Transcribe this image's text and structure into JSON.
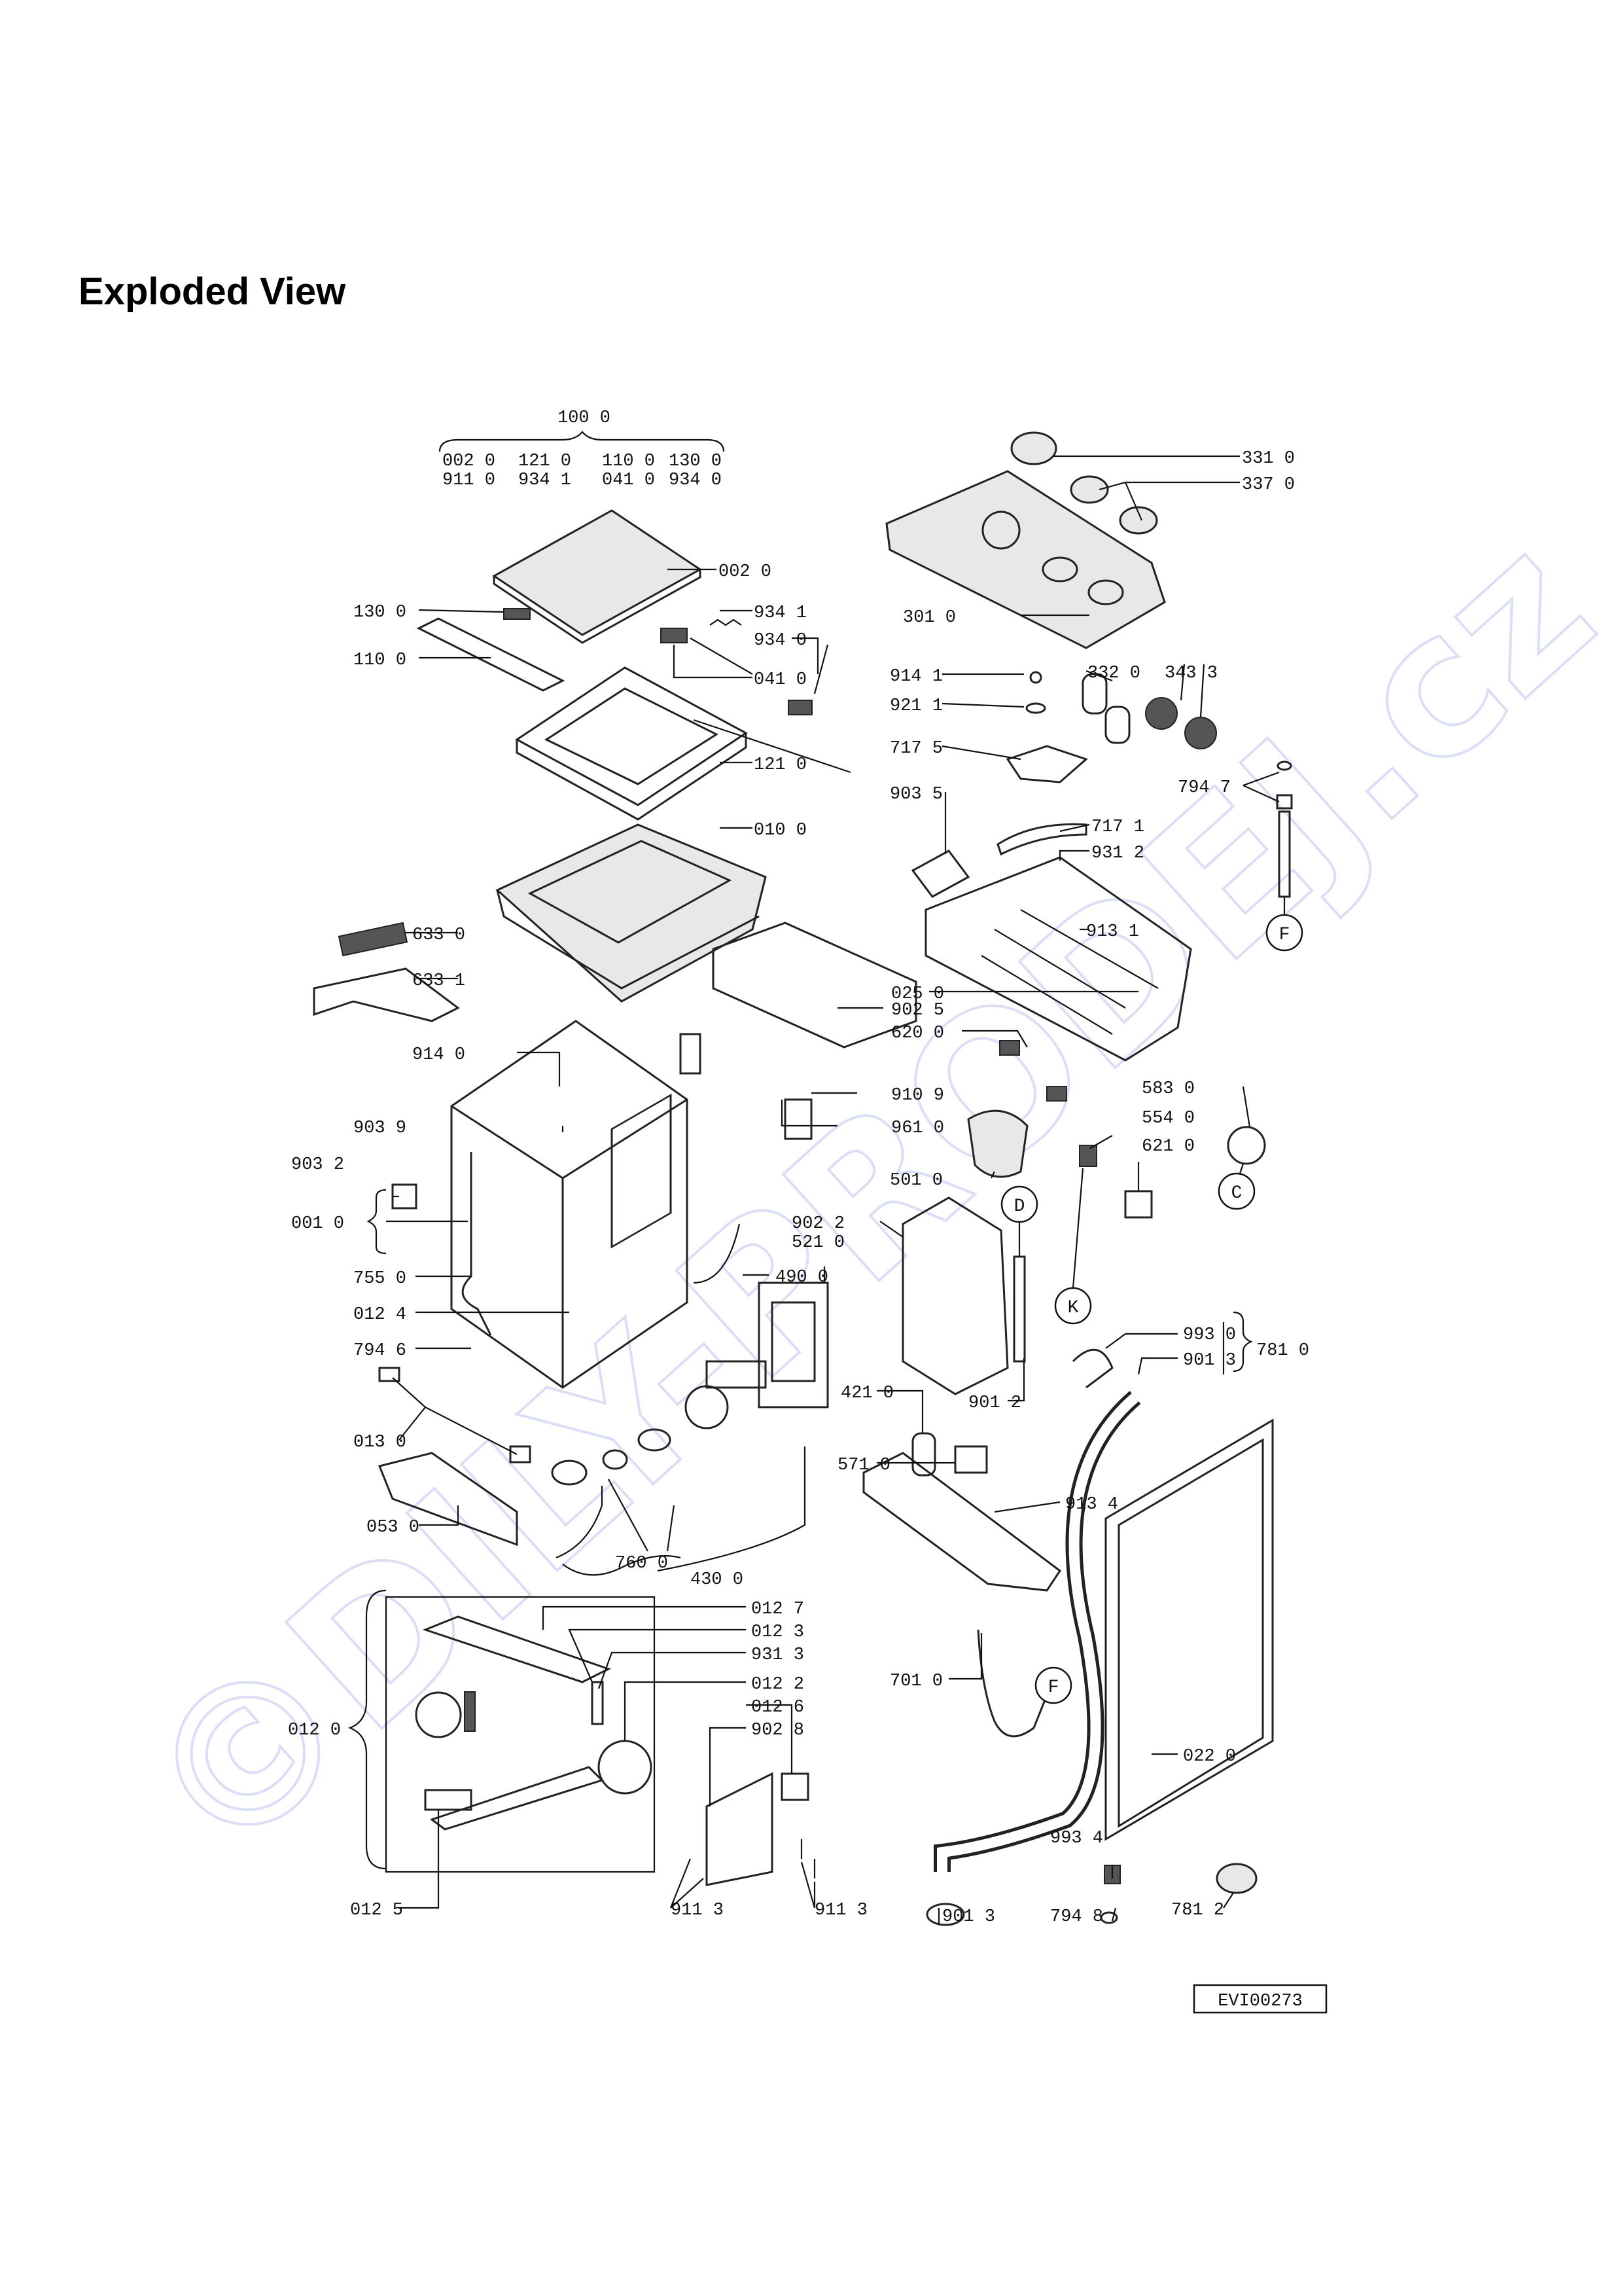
{
  "title": "Exploded View",
  "watermark": "©DILY-PRODEJ.cz",
  "drawing_code": "EVI00273",
  "assembly": {
    "label": "100 0",
    "row1": [
      "002 0",
      "121 0",
      "110 0",
      "130 0"
    ],
    "row2": [
      "911 0",
      "934 1",
      "041 0",
      "934 0"
    ]
  },
  "parts": [
    {
      "id": "p3310",
      "label": "331 0"
    },
    {
      "id": "p3370",
      "label": "337 0"
    },
    {
      "id": "p0020",
      "label": "002 0"
    },
    {
      "id": "p3010",
      "label": "301 0"
    },
    {
      "id": "p1300",
      "label": "130 0"
    },
    {
      "id": "p9341",
      "label": "934 1"
    },
    {
      "id": "p9340",
      "label": "934 0"
    },
    {
      "id": "p1100",
      "label": "110 0"
    },
    {
      "id": "p0410",
      "label": "041 0"
    },
    {
      "id": "p9141a",
      "label": "914 1"
    },
    {
      "id": "p3320",
      "label": "332 0"
    },
    {
      "id": "p3433",
      "label": "343 3"
    },
    {
      "id": "p9211",
      "label": "921 1"
    },
    {
      "id": "p7175",
      "label": "717 5"
    },
    {
      "id": "p1210",
      "label": "121 0"
    },
    {
      "id": "p7947",
      "label": "794 7"
    },
    {
      "id": "p9035",
      "label": "903 5"
    },
    {
      "id": "p0100",
      "label": "010 0"
    },
    {
      "id": "p7171",
      "label": "717 1"
    },
    {
      "id": "p9312",
      "label": "931 2"
    },
    {
      "id": "p6330",
      "label": "633 0"
    },
    {
      "id": "p9131",
      "label": "913 1"
    },
    {
      "id": "p6331",
      "label": "633 1"
    },
    {
      "id": "p0250",
      "label": "025 0"
    },
    {
      "id": "p9025",
      "label": "902 5"
    },
    {
      "id": "p6200",
      "label": "620 0"
    },
    {
      "id": "p9140",
      "label": "914 0"
    },
    {
      "id": "p9109",
      "label": "910 9"
    },
    {
      "id": "p5830",
      "label": "583 0"
    },
    {
      "id": "p5540",
      "label": "554 0"
    },
    {
      "id": "p9039",
      "label": "903 9"
    },
    {
      "id": "p9610",
      "label": "961 0"
    },
    {
      "id": "p6210",
      "label": "621 0"
    },
    {
      "id": "p9032",
      "label": "903 2"
    },
    {
      "id": "p5010",
      "label": "501 0"
    },
    {
      "id": "p0010",
      "label": "001 0"
    },
    {
      "id": "p9022",
      "label": "902 2"
    },
    {
      "id": "p5210",
      "label": "521 0"
    },
    {
      "id": "p4900",
      "label": "490 0"
    },
    {
      "id": "p7550",
      "label": "755 0"
    },
    {
      "id": "p0124",
      "label": "012 4"
    },
    {
      "id": "p7946",
      "label": "794 6"
    },
    {
      "id": "p9930",
      "label": "993 0"
    },
    {
      "id": "p9013a",
      "label": "901 3"
    },
    {
      "id": "p7810",
      "label": "781 0"
    },
    {
      "id": "p4210",
      "label": "421 0"
    },
    {
      "id": "p9012",
      "label": "901 2"
    },
    {
      "id": "p0130",
      "label": "013 0"
    },
    {
      "id": "p5710",
      "label": "571 0"
    },
    {
      "id": "p9134",
      "label": "913 4"
    },
    {
      "id": "p0530",
      "label": "053 0"
    },
    {
      "id": "p7600",
      "label": "760 0"
    },
    {
      "id": "p4300",
      "label": "430 0"
    },
    {
      "id": "p0127",
      "label": "012 7"
    },
    {
      "id": "p0123",
      "label": "012 3"
    },
    {
      "id": "p9313",
      "label": "931 3"
    },
    {
      "id": "p7010",
      "label": "701 0"
    },
    {
      "id": "p0120",
      "label": "012 0"
    },
    {
      "id": "p0122",
      "label": "012 2"
    },
    {
      "id": "p0126",
      "label": "012 6"
    },
    {
      "id": "p9028",
      "label": "902 8"
    },
    {
      "id": "p0220",
      "label": "022 0"
    },
    {
      "id": "p9934",
      "label": "993 4"
    },
    {
      "id": "p0125",
      "label": "012 5"
    },
    {
      "id": "p9113a",
      "label": "911 3"
    },
    {
      "id": "p9113b",
      "label": "911 3"
    },
    {
      "id": "p9013b",
      "label": "901 3"
    },
    {
      "id": "p7948",
      "label": "794 8"
    },
    {
      "id": "p7812",
      "label": "781 2"
    }
  ],
  "refs": [
    {
      "id": "refF1",
      "label": "F"
    },
    {
      "id": "refC",
      "label": "C"
    },
    {
      "id": "refD",
      "label": "D"
    },
    {
      "id": "refK",
      "label": "K"
    },
    {
      "id": "refF2",
      "label": "F"
    }
  ]
}
